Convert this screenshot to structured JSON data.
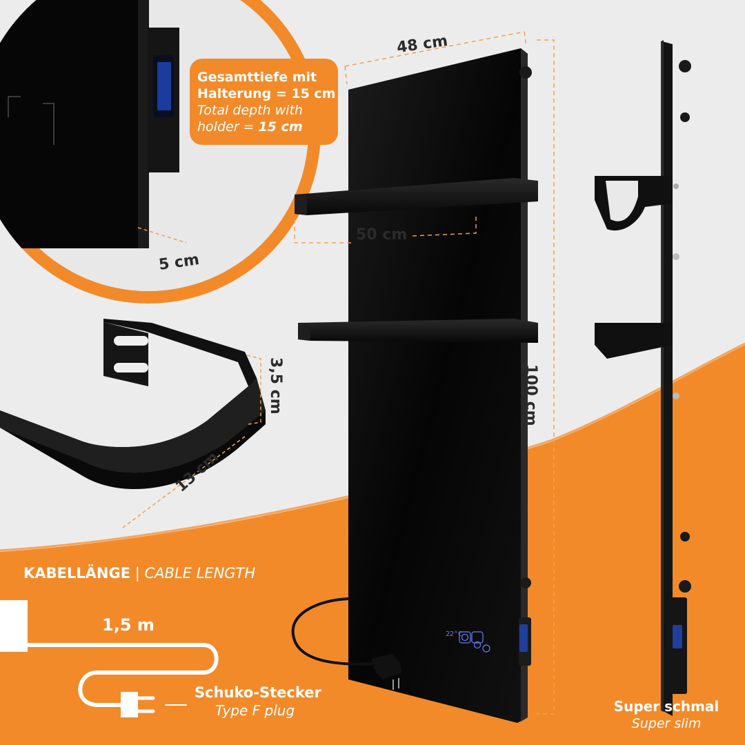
{
  "colors": {
    "accent_orange": "#f28a2a",
    "background_grey": "#ececec",
    "product_black": "#0b0b0b",
    "dimension_line": "#f0a050",
    "display_blue": "#6a7bff"
  },
  "dimensions": {
    "width_label": "48 cm",
    "height_label": "100 cm",
    "towel_bar_label": "50 cm",
    "panel_depth_label": "5 cm",
    "bracket_height_label": "3,5 cm",
    "bracket_depth_label": "13 cm"
  },
  "callout": {
    "de_line1": "Gesamttiefe mit",
    "de_line2": "Halterung = 15 cm",
    "en_line1": "Total depth with",
    "en_line2_prefix": "holder = ",
    "en_line2_value": "15 cm"
  },
  "cable": {
    "heading_de": "KABELLÄNGE",
    "heading_separator": "|",
    "heading_en": "CABLE LENGTH",
    "length": "1,5 m",
    "plug_de": "Schuko-Stecker",
    "plug_en": "Type F plug"
  },
  "side_view": {
    "label_de": "Super schmal",
    "label_en": "Super slim"
  },
  "panel_display": {
    "temperature": "22°C"
  },
  "icons": [
    "power-switch-icon",
    "plug-icon",
    "plus-icon",
    "minus-icon",
    "mode-icon"
  ]
}
